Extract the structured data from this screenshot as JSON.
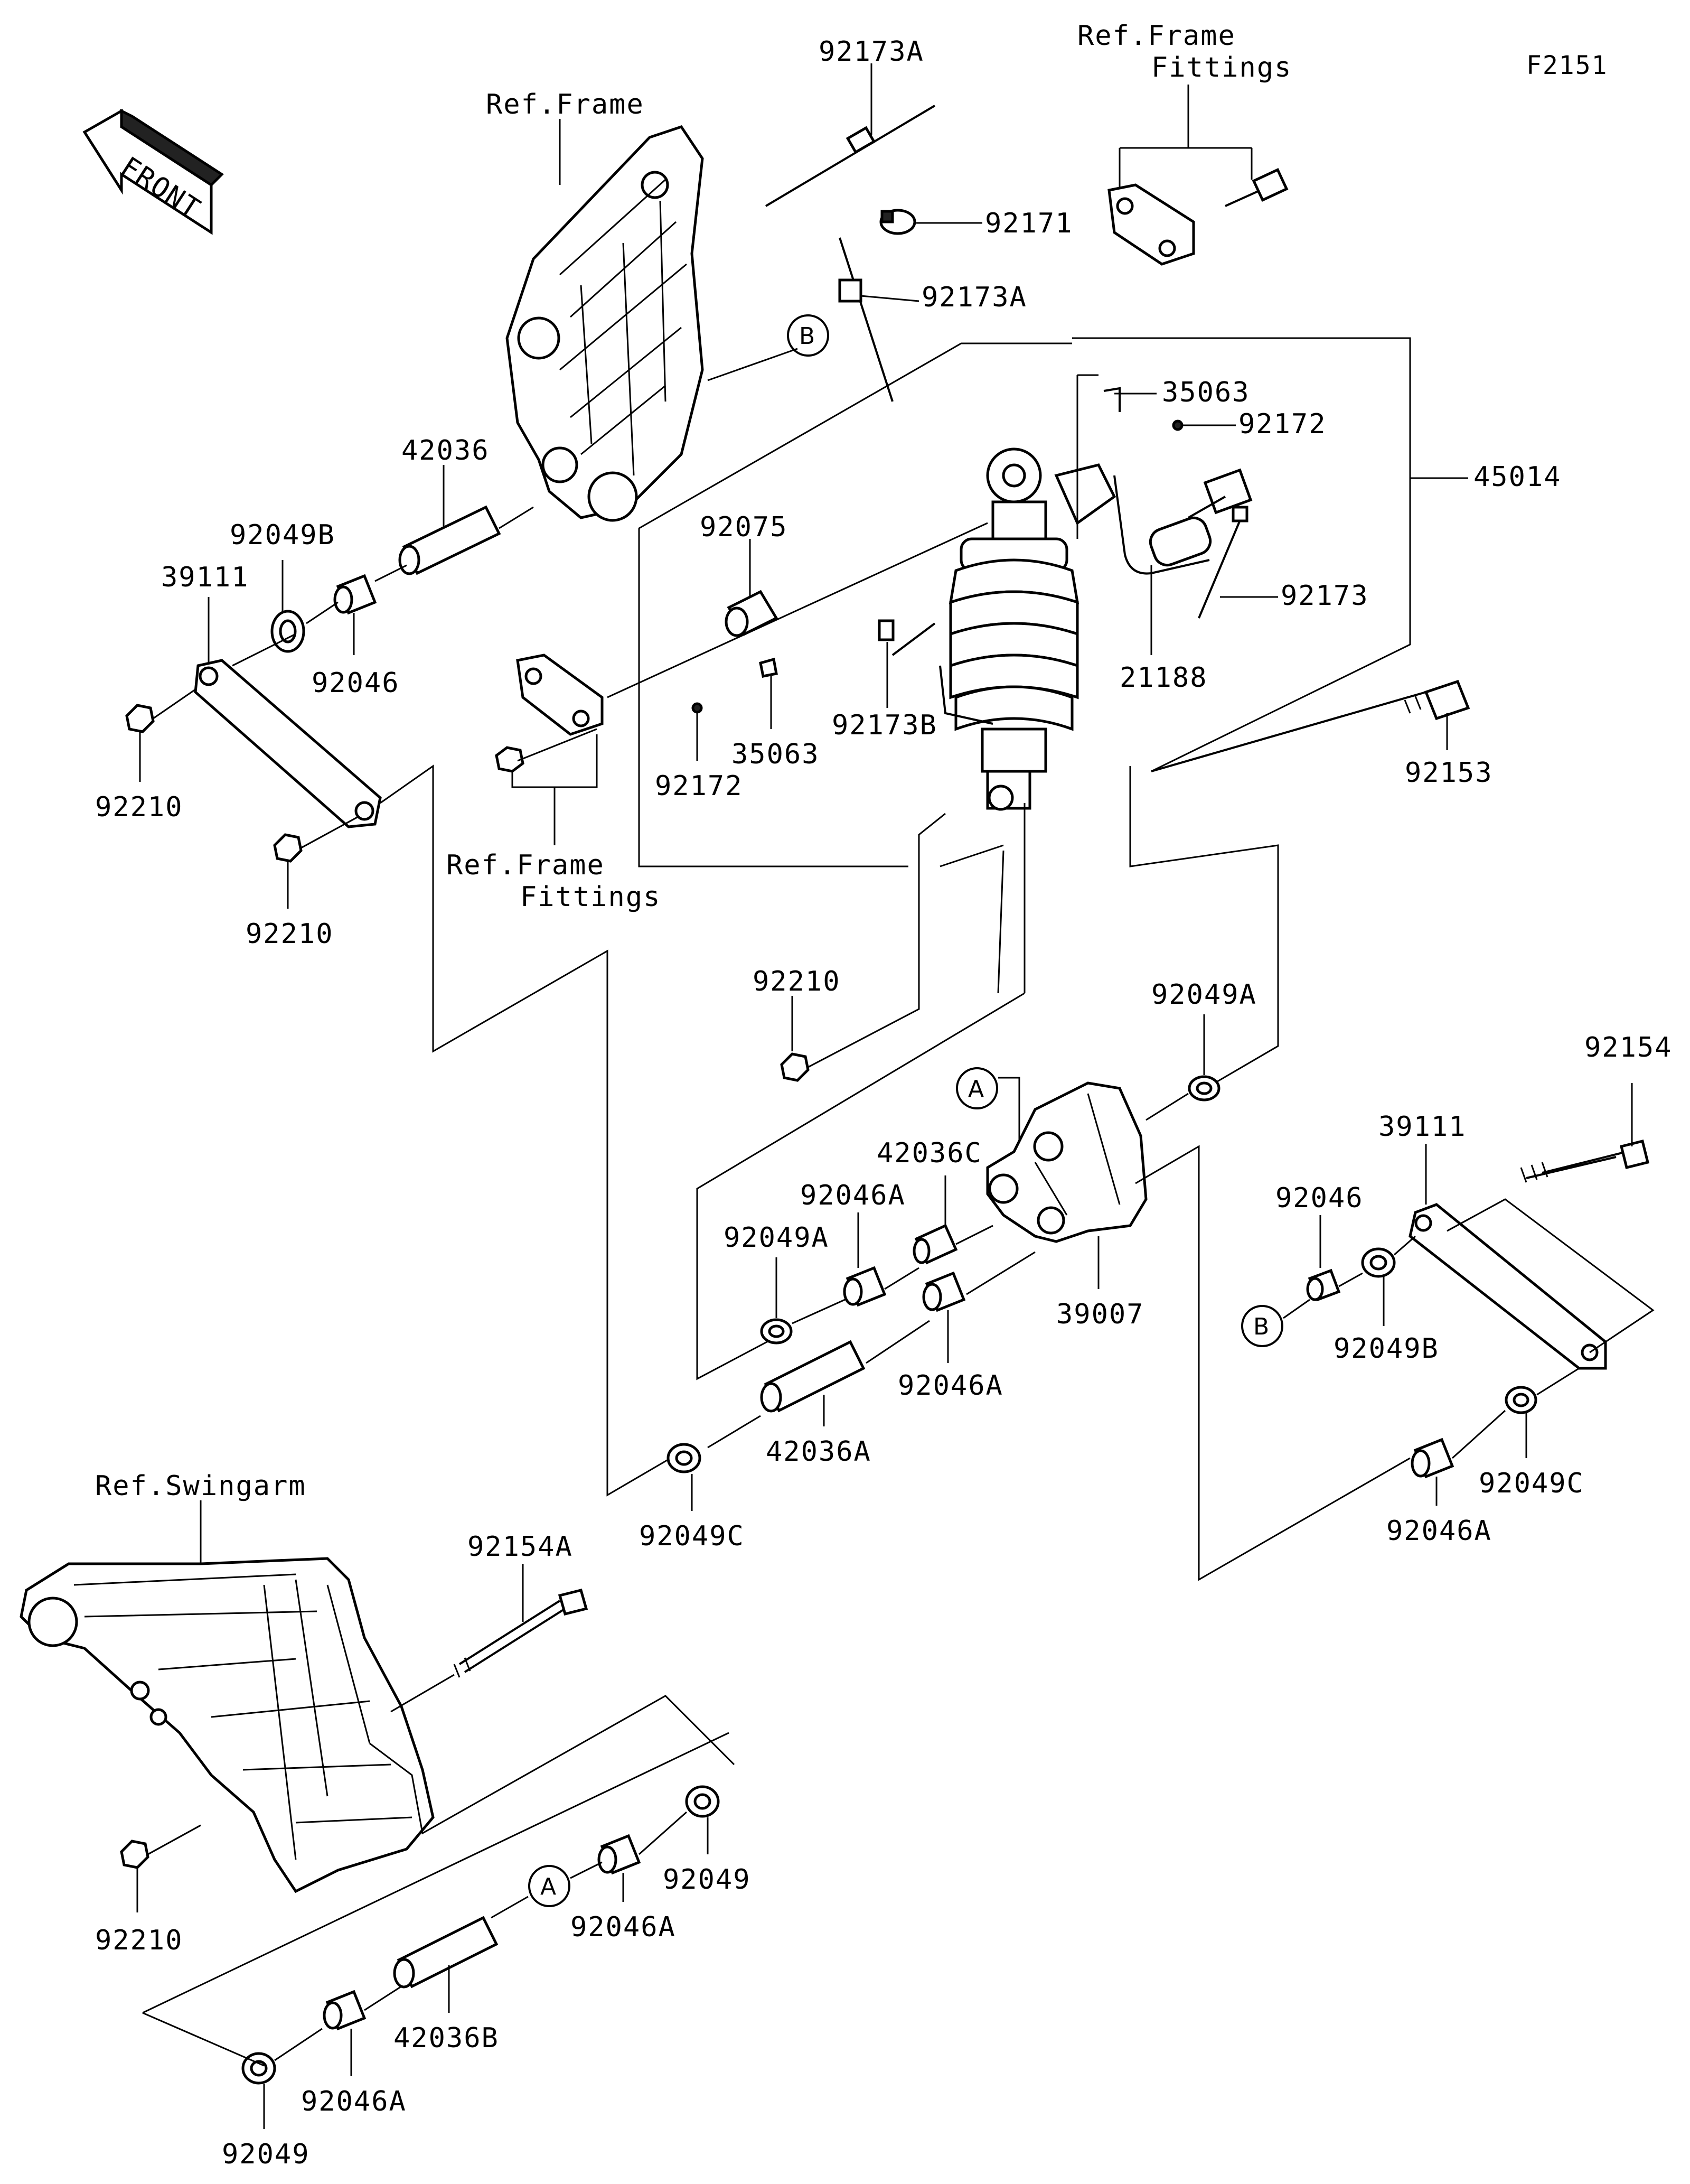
{
  "figure_id": "F2151",
  "front_label": "FRONT",
  "references": {
    "frame": "Ref.Frame",
    "frame_fittings_top_line1": "Ref.Frame",
    "frame_fittings_top_line2": "Fittings",
    "frame_fittings_left_line1": "Ref.Frame",
    "frame_fittings_left_line2": "Fittings",
    "swingarm": "Ref.Swingarm"
  },
  "marks": {
    "a": "A",
    "b": "B"
  },
  "parts": {
    "p92173A_top": "92173A",
    "p92171": "92171",
    "p92173A_mid": "92173A",
    "p35063_top": "35063",
    "p92172_top": "92172",
    "p45014": "45014",
    "p42036": "42036",
    "p92049B_left": "92049B",
    "p39111_left": "39111",
    "p92046_left": "92046",
    "p92210_left1": "92210",
    "p92210_left2": "92210",
    "p92075": "92075",
    "p92172_mid": "92172",
    "p35063_mid": "35063",
    "p92173B": "92173B",
    "p21188": "21188",
    "p92173": "92173",
    "p92153": "92153",
    "p92210_mid": "92210",
    "p92049A_right": "92049A",
    "p42036C": "42036C",
    "p92046A_top": "92046A",
    "p92049A_left": "92049A",
    "p39007": "39007",
    "p92046A_mid": "92046A",
    "p42036A": "42036A",
    "p92049C_left": "92049C",
    "p92154": "92154",
    "p39111_right": "39111",
    "p92046_right": "92046",
    "p92049B_right": "92049B",
    "p92046A_right": "92046A",
    "p92049C_right": "92049C",
    "p92154A": "92154A",
    "p92210_bottom": "92210",
    "p92049_right": "92049",
    "p92046A_bottom1": "92046A",
    "p42036B": "42036B",
    "p92046A_bottom2": "92046A",
    "p92049_bottom": "92049"
  }
}
